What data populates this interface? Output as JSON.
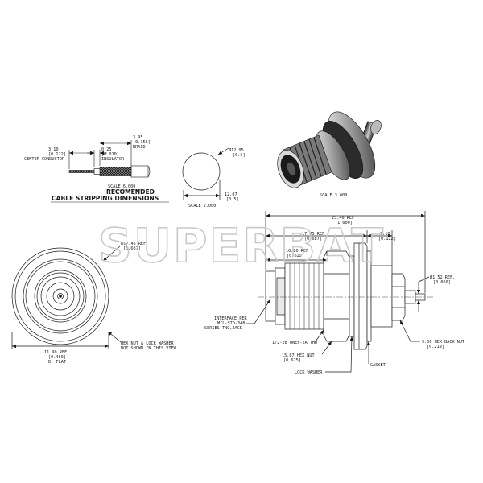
{
  "watermark": "SUPERBAT",
  "stripping": {
    "braid_dim": "3.95",
    "braid_dim_in": "[0.156]",
    "braid_label": "BRAID",
    "ins_dim": "0.25",
    "ins_dim_in": "[0.010]",
    "ins_label": "INSULATOR",
    "cc_dim": "3.10",
    "cc_dim_in": "[0.122]",
    "cc_label": "CENTER CONDUCTOR",
    "scale": "SCALE  6.000",
    "title_line1": "RECOMENDED",
    "title_line2": "CABLE  STRIPPING  DIMENSIONS"
  },
  "pin_view": {
    "dia": "Ø12.95",
    "dia_in": "[0.5]",
    "flat": "12.07",
    "flat_in": "[0.5]",
    "scale": "SCALE  2.000"
  },
  "photo": {
    "scale": "SCALE  3.000"
  },
  "front_view": {
    "dia": "Ø17.45  REF",
    "dia_in": "[0.687]",
    "note1": "HEX NUT & LOCK WASHER",
    "note2": "NOT SHOWN IN THIS VIEW",
    "flat": "11.90  REF",
    "flat_in": "[0.469]",
    "flat_label": "'D' FLAT"
  },
  "side_view": {
    "overall": "25.40  REF",
    "overall_in": "[1.000]",
    "d1": "17.45  REF",
    "d1_in": "[0.687]",
    "d2": "10.80  REF",
    "d2_in": "[0.425]",
    "d3": "3.10",
    "d3_in": "[0.122]",
    "pin": "Ø1.52  REF.",
    "pin_in": "[0.060]",
    "iface1": "INTERFACE PER",
    "iface2": "MIL-STD-348",
    "iface3": "SERIES:TNC,JACK",
    "thread": "1/2-28 UNEF-2A THD",
    "hexnut": "15.87 HEX NUT",
    "hexnut_in": "[0.625]",
    "lockwasher": "LOCK WASHER",
    "gasket": "GASKET",
    "backnut": "5.56 HEX BACK NUT",
    "backnut_in": "[0.219]"
  }
}
